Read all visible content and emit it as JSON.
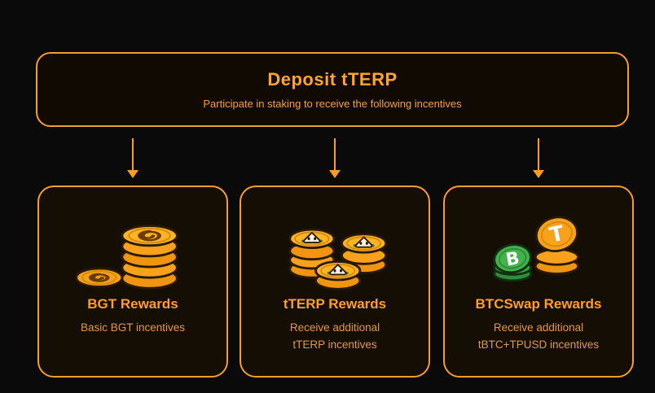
{
  "colors": {
    "accent": "#f59e2c",
    "background": "#0a0a0a",
    "card_background": "#150e05",
    "coin_orange": "#f7a11c",
    "coin_green": "#43b24c",
    "title_orange": "#ffa42e",
    "text_orange": "#e09a45"
  },
  "header_card": {
    "title": "Deposit tTERP",
    "subtitle": "Participate in staking to receive the following incentives"
  },
  "cards": [
    {
      "id": "bgt",
      "icon": "bgt-coins-icon",
      "title": "BGT Rewards",
      "desc_line1": "Basic BGT incentives",
      "desc_line2": ""
    },
    {
      "id": "tterp",
      "icon": "tterp-coins-icon",
      "title": "tTERP Rewards",
      "desc_line1": "Receive additional",
      "desc_line2": "tTERP incentives"
    },
    {
      "id": "btcswap",
      "icon": "btcswap-coins-icon",
      "title": "BTCSwap Rewards",
      "desc_line1": "Receive additional",
      "desc_line2": "tBTC+TPUSD incentives"
    }
  ],
  "coins": {
    "t_symbol": "T",
    "b_symbol": "B"
  }
}
